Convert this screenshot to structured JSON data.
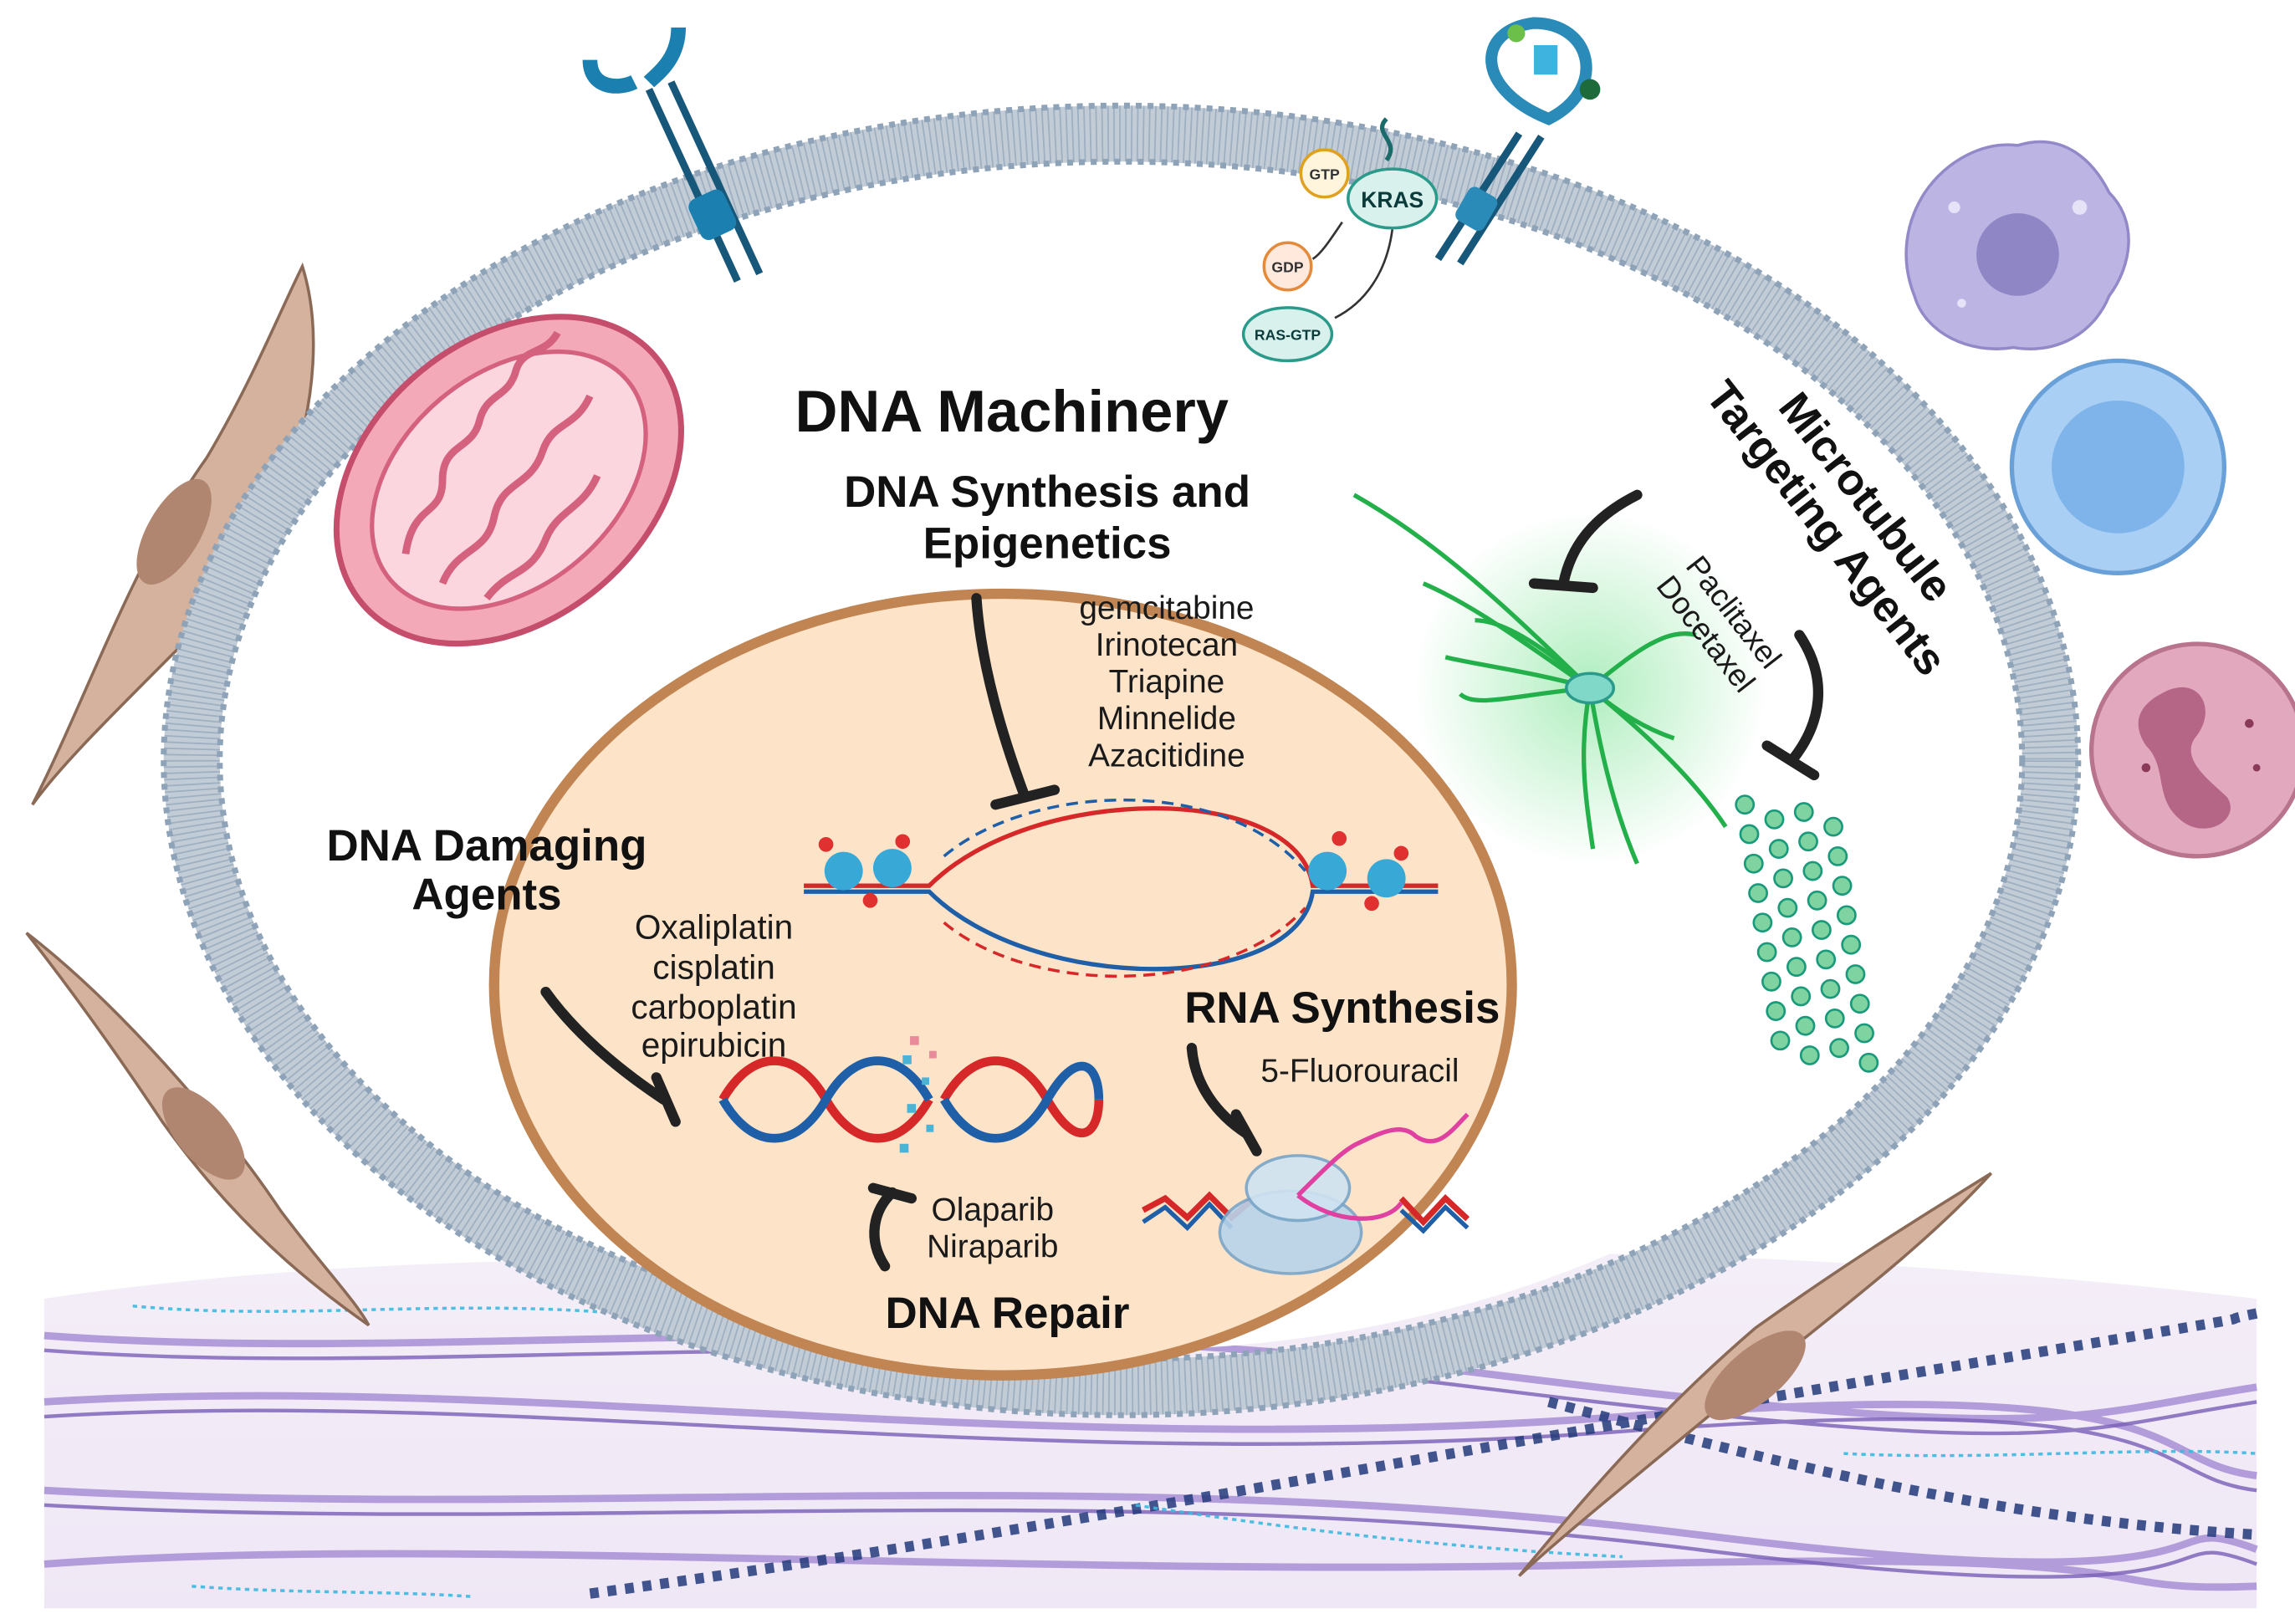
{
  "title": "DNA Machinery",
  "sections": {
    "dna_synthesis": {
      "heading_line1": "DNA Synthesis and",
      "heading_line2": "Epigenetics",
      "drugs": [
        "gemcitabine",
        "Irinotecan",
        "Triapine",
        "Minnelide",
        "Azacitidine"
      ]
    },
    "dna_damaging": {
      "heading_line1": "DNA Damaging",
      "heading_line2": "Agents",
      "drugs": [
        "Oxaliplatin",
        "cisplatin",
        "carboplatin",
        "epirubicin"
      ]
    },
    "rna_synthesis": {
      "heading": "RNA Synthesis",
      "drugs": [
        "5-Fluorouracil"
      ]
    },
    "dna_repair": {
      "heading": "DNA Repair",
      "drugs": [
        "Olaparib",
        "Niraparib"
      ]
    },
    "microtubule": {
      "heading_line1": "Microtubule",
      "heading_line2": "Targeting Agents",
      "drugs": [
        "Paclitaxel",
        "Docetaxel"
      ]
    }
  },
  "signaling": {
    "kras": "KRAS",
    "gtp": "GTP",
    "gdp": "GDP",
    "ras_gtp": "RAS-GTP"
  },
  "colors": {
    "membrane": "#8fa3b8",
    "nucleus_fill": "#fde3c8",
    "nucleus_border": "#c08552",
    "mitochondria": "#e4758f",
    "microtubule": "#23b04a",
    "dna_red": "#d62828",
    "dna_blue": "#1f5fa8",
    "ecm_purple": "#a98fd6",
    "fibroblast": "#d4b29e"
  },
  "icons": [
    "receptor-icon",
    "rtk-receptor-icon",
    "mitochondria-icon",
    "nucleus-icon",
    "dna-replication-icon",
    "dna-helix-icon",
    "ribosome-icon",
    "microtubule-icon",
    "tubulin-filament-icon",
    "macrophage-icon",
    "lymphocyte-icon",
    "neutrophil-icon",
    "fibroblast-icon",
    "extracellular-matrix-icon",
    "inhibition-arrow-icon"
  ]
}
